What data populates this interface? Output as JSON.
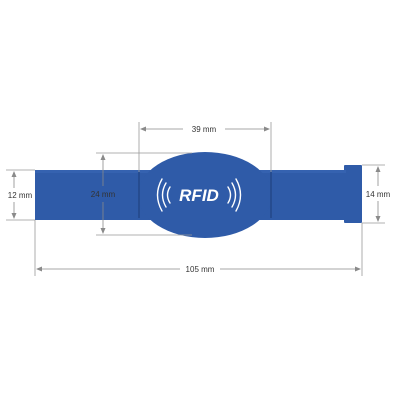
{
  "product": {
    "label": "RFID",
    "band_color": "#2f5ba8",
    "band_edge_color": "#24498a",
    "logo_color": "#ffffff",
    "logo_icon": "rfid-wave-icon"
  },
  "dimensions": {
    "head_width": "39 mm",
    "head_height": "24 mm",
    "strap_left_height": "12 mm",
    "strap_right_height": "14 mm",
    "total_length": "105 mm"
  }
}
